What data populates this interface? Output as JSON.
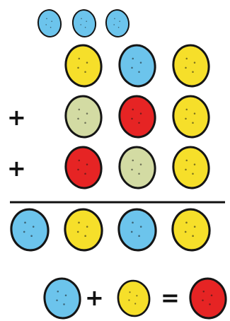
{
  "colors": {
    "blue": "#6cc4ec",
    "yellow": "#f6df2a",
    "green": "#d3dba3",
    "red": "#e62424",
    "outline": "#151515",
    "line": "#111111"
  },
  "dots_row": [
    "blue",
    "blue",
    "blue"
  ],
  "addends": [
    {
      "operator": "",
      "eggs": [
        "yellow",
        "blue",
        "yellow"
      ]
    },
    {
      "operator": "+",
      "eggs": [
        "green",
        "red",
        "yellow"
      ]
    },
    {
      "operator": "+",
      "eggs": [
        "red",
        "green",
        "yellow"
      ]
    }
  ],
  "sum": [
    "blue",
    "yellow",
    "blue",
    "yellow"
  ],
  "rule": {
    "left": "blue",
    "plus": "+",
    "right": "yellow",
    "equals": "=",
    "result": "red"
  }
}
